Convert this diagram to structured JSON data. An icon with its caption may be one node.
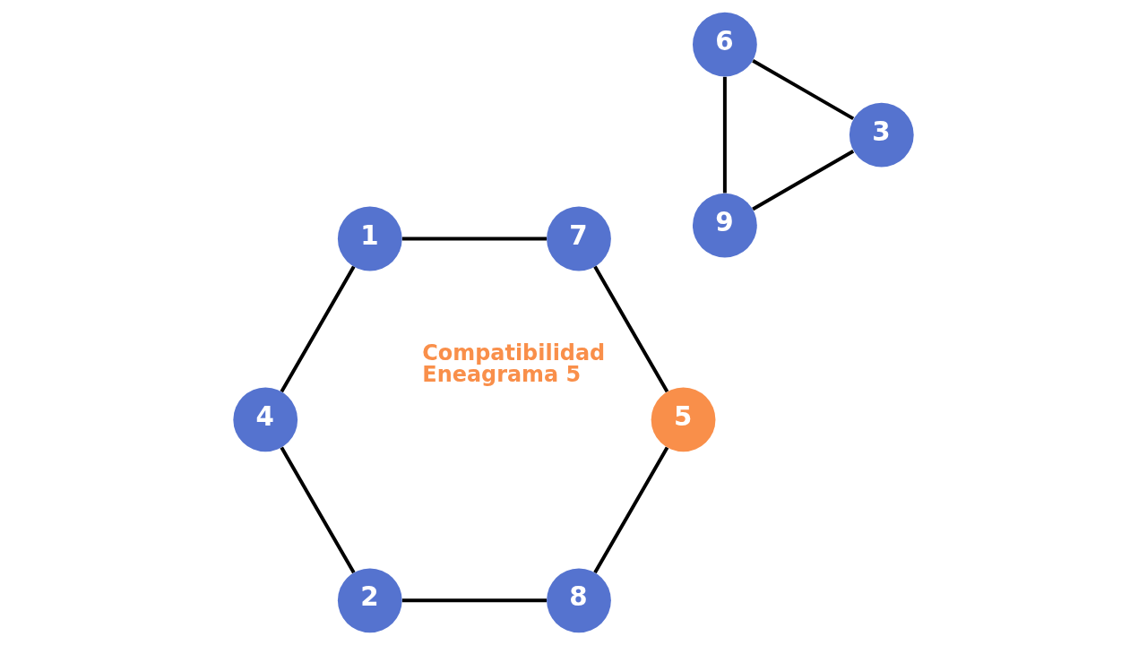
{
  "diagram": {
    "nodes": [
      {
        "text": [
          "9"
        ]
      },
      {
        "text": [
          "8"
        ]
      },
      {
        "text": [
          "1"
        ]
      },
      {
        "text": [
          "7"
        ]
      },
      {
        "text": [
          "2"
        ]
      },
      {
        "text": [
          "6"
        ]
      },
      {
        "text": [
          "3"
        ]
      },
      {
        "text": [
          "5"
        ],
        "beside": [
          "Compatibilidad Eneagrama 5"
        ]
      },
      {
        "text": [
          "4"
        ]
      }
    ],
    "edges": [
      {
        "from": 0,
        "to": 6,
        "arrow": "none"
      },
      {
        "from": 0,
        "to": 5,
        "arrow": "none"
      },
      {
        "from": 5,
        "to": 6,
        "arrow": "none"
      },
      {
        "from": 1,
        "to": 4,
        "arrow": "none"
      },
      {
        "from": 1,
        "to": 7,
        "arrow": "none"
      },
      {
        "from": 2,
        "to": 3,
        "arrow": "none"
      },
      {
        "from": 2,
        "to": 8,
        "arrow": "none"
      },
      {
        "from": 4,
        "to": 8,
        "arrow": "none"
      },
      {
        "from": 3,
        "to": 7,
        "arrow": "none"
      }
    ]
  }
}
